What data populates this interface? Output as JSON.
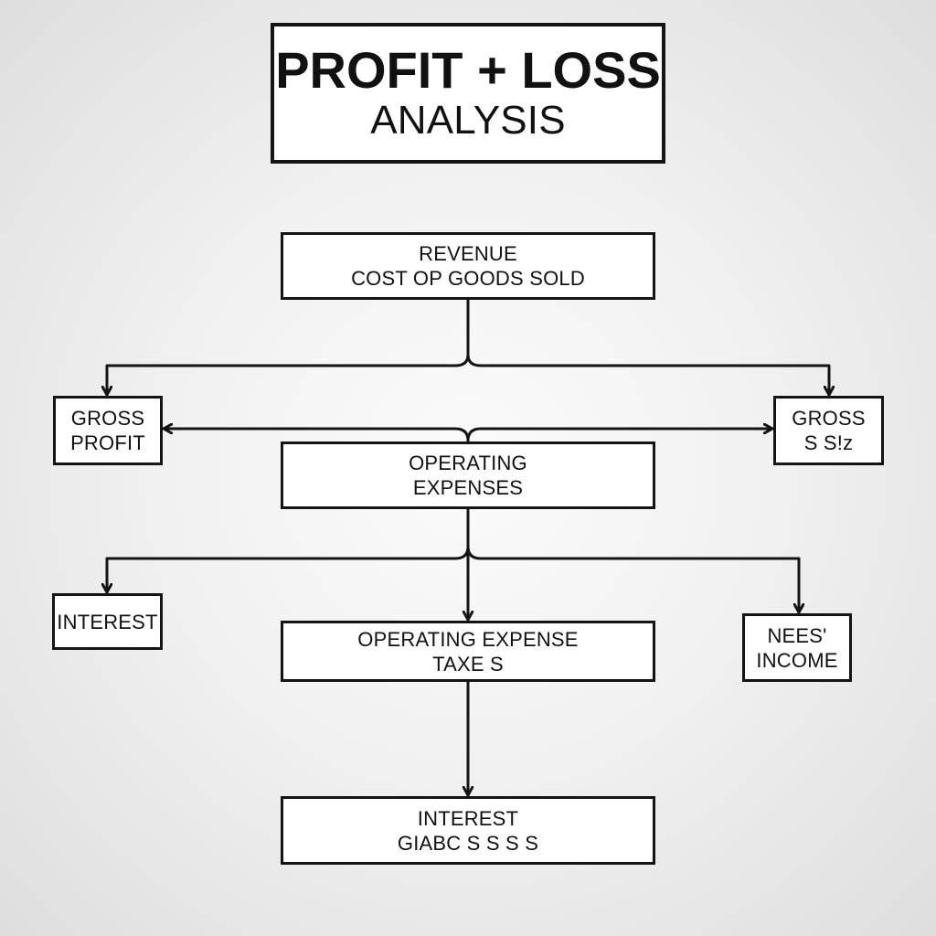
{
  "title": {
    "line1": "PROFIT + LOSS",
    "line2": "ANALYSIS"
  },
  "nodes": {
    "revenue_cogs": {
      "line1": "REVENUE",
      "line2": "COST OP GOODS SOLD"
    },
    "gross_profit_left": {
      "line1": "GROSS",
      "line2": "PROFIT"
    },
    "gross_right": {
      "line1": "GROSS",
      "line2": "S  S!z"
    },
    "operating_expenses": {
      "line1": "OPERATING",
      "line2": "EXPENSES"
    },
    "interest_left": {
      "line1": "INTEREST"
    },
    "operating_expense_taxes": {
      "line1": "OPERATING EXPENSE",
      "line2": "TAXE  S"
    },
    "net_income": {
      "line1": "NEES'",
      "line2": "INCOME"
    },
    "interest_bottom": {
      "line1": "INTEREST",
      "line2": "GIABC  S S S S"
    }
  },
  "colors": {
    "stroke": "#141414",
    "box_fill": "#ffffff",
    "background": "#efefef"
  }
}
